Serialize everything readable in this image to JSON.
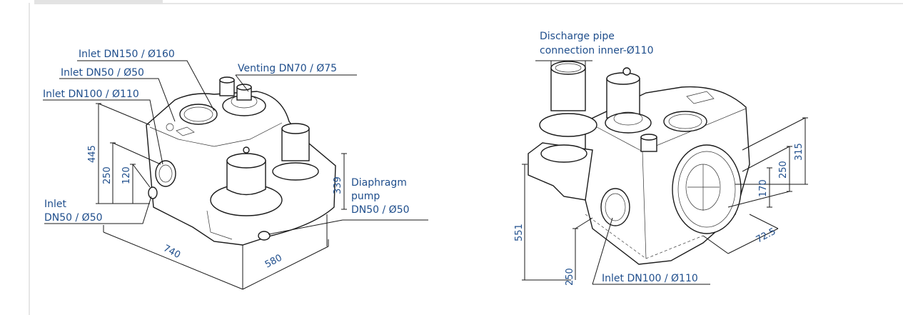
{
  "left_view": {
    "labels": {
      "inlet_dn150": "Inlet DN150 / Ø160",
      "inlet_dn50_top": "Inlet DN50 / Ø50",
      "inlet_dn100": "Inlet DN100 / Ø110",
      "venting": "Venting DN70 / Ø75",
      "inlet_line1": "Inlet",
      "inlet_line2": "DN50 / Ø50",
      "diaphragm_line1": "Diaphragm",
      "diaphragm_line2": "pump",
      "diaphragm_line3": "DN50 / Ø50"
    },
    "dimensions": {
      "h445": "445",
      "h250": "250",
      "h120": "120",
      "h339": "339",
      "w740": "740",
      "d580": "580"
    }
  },
  "right_view": {
    "labels": {
      "discharge_line1": "Discharge pipe",
      "discharge_line2": "connection inner-Ø110",
      "inlet_dn100": "Inlet DN100 / Ø110"
    },
    "dimensions": {
      "h551": "551",
      "h250": "250",
      "h315": "315",
      "h250b": "250",
      "h170": "170",
      "d72_5": "72.5"
    }
  }
}
